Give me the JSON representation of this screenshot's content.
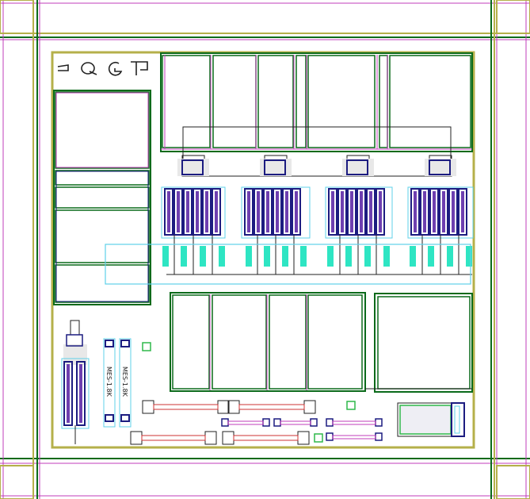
{
  "labels": {
    "logo_glyphs": [
      "1",
      "Q",
      "G",
      "P"
    ],
    "resistor_left": "MES-1.8K",
    "resistor_right": "MES-1.8K"
  },
  "colors": {
    "olive": "#b5b04a",
    "dark_green": "#0a6a1a",
    "green": "#2fb84a",
    "magenta": "#c13dbb",
    "navy": "#1c1c80",
    "cyan": "#5fd0e8",
    "teal_fill": "#2ee5c3",
    "red": "#cc3333",
    "black": "#222222",
    "purple_fill": "#6e3fb0"
  }
}
